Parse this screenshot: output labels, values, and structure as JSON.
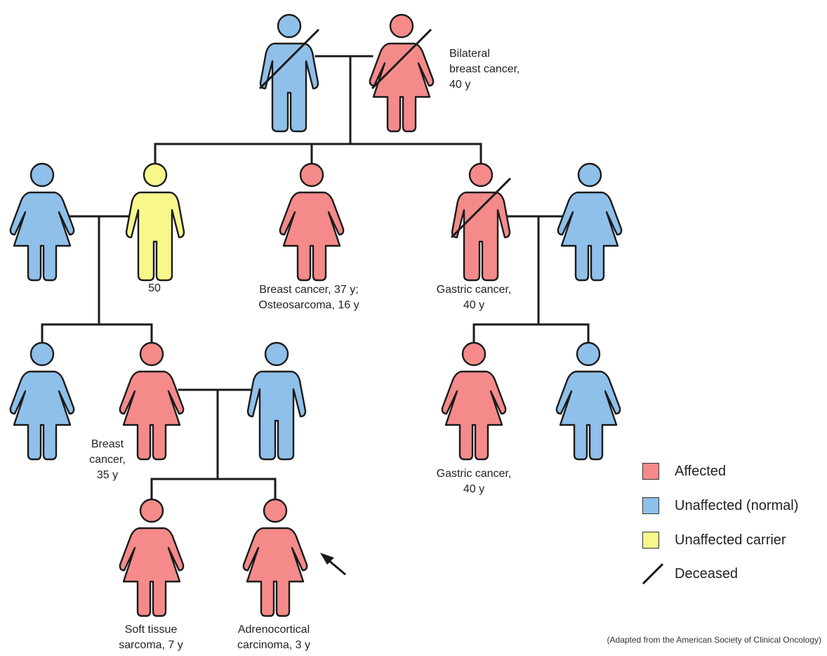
{
  "colors": {
    "affected": "#f58a8a",
    "unaffected": "#8ec0ea",
    "carrier": "#f8f78c",
    "stroke": "#1a1a1a"
  },
  "labels": {
    "gen1_mother": [
      "Bilateral",
      "breast cancer,",
      "40 y"
    ],
    "gen2_father_carrier": [
      "50"
    ],
    "gen2_daughter": [
      "Breast cancer, 37 y;",
      "Osteosarcoma, 16 y"
    ],
    "gen2_son": [
      "Gastric cancer,",
      "40 y"
    ],
    "gen3_mother": [
      "Breast",
      "cancer,",
      "35 y"
    ],
    "gen3_cousin": [
      "Gastric cancer,",
      "40 y"
    ],
    "gen4_sister": [
      "Soft tissue",
      "sarcoma, 7 y"
    ],
    "gen4_proband": [
      "Adrenocortical",
      "carcinoma, 3 y"
    ]
  },
  "legend": {
    "affected": "Affected",
    "unaffected": "Unaffected (normal)",
    "carrier": "Unaffected carrier",
    "deceased": "Deceased"
  },
  "source": "(Adapted from the American Society of Clinical Oncology)",
  "people": [
    {
      "id": "gen1-father",
      "sex": "male",
      "status": "unaffected",
      "deceased": true
    },
    {
      "id": "gen1-mother",
      "sex": "female",
      "status": "affected",
      "deceased": true
    },
    {
      "id": "gen2-spouse-wife",
      "sex": "female",
      "status": "unaffected",
      "deceased": false
    },
    {
      "id": "gen2-carrier-son",
      "sex": "male",
      "status": "carrier",
      "deceased": false
    },
    {
      "id": "gen2-daughter",
      "sex": "female",
      "status": "affected",
      "deceased": false
    },
    {
      "id": "gen2-son-gastric",
      "sex": "male",
      "status": "affected",
      "deceased": true
    },
    {
      "id": "gen2-spouse-wife-2",
      "sex": "female",
      "status": "unaffected",
      "deceased": false
    },
    {
      "id": "gen3-daughter-1",
      "sex": "female",
      "status": "unaffected",
      "deceased": false
    },
    {
      "id": "gen3-daughter-2",
      "sex": "female",
      "status": "affected",
      "deceased": false
    },
    {
      "id": "gen3-spouse-husband",
      "sex": "male",
      "status": "unaffected",
      "deceased": false
    },
    {
      "id": "gen3-cousin-1",
      "sex": "female",
      "status": "affected",
      "deceased": false
    },
    {
      "id": "gen3-cousin-2",
      "sex": "female",
      "status": "unaffected",
      "deceased": false
    },
    {
      "id": "gen4-sister",
      "sex": "female",
      "status": "affected",
      "deceased": false
    },
    {
      "id": "gen4-proband",
      "sex": "female",
      "status": "affected",
      "deceased": false,
      "proband": true
    }
  ]
}
